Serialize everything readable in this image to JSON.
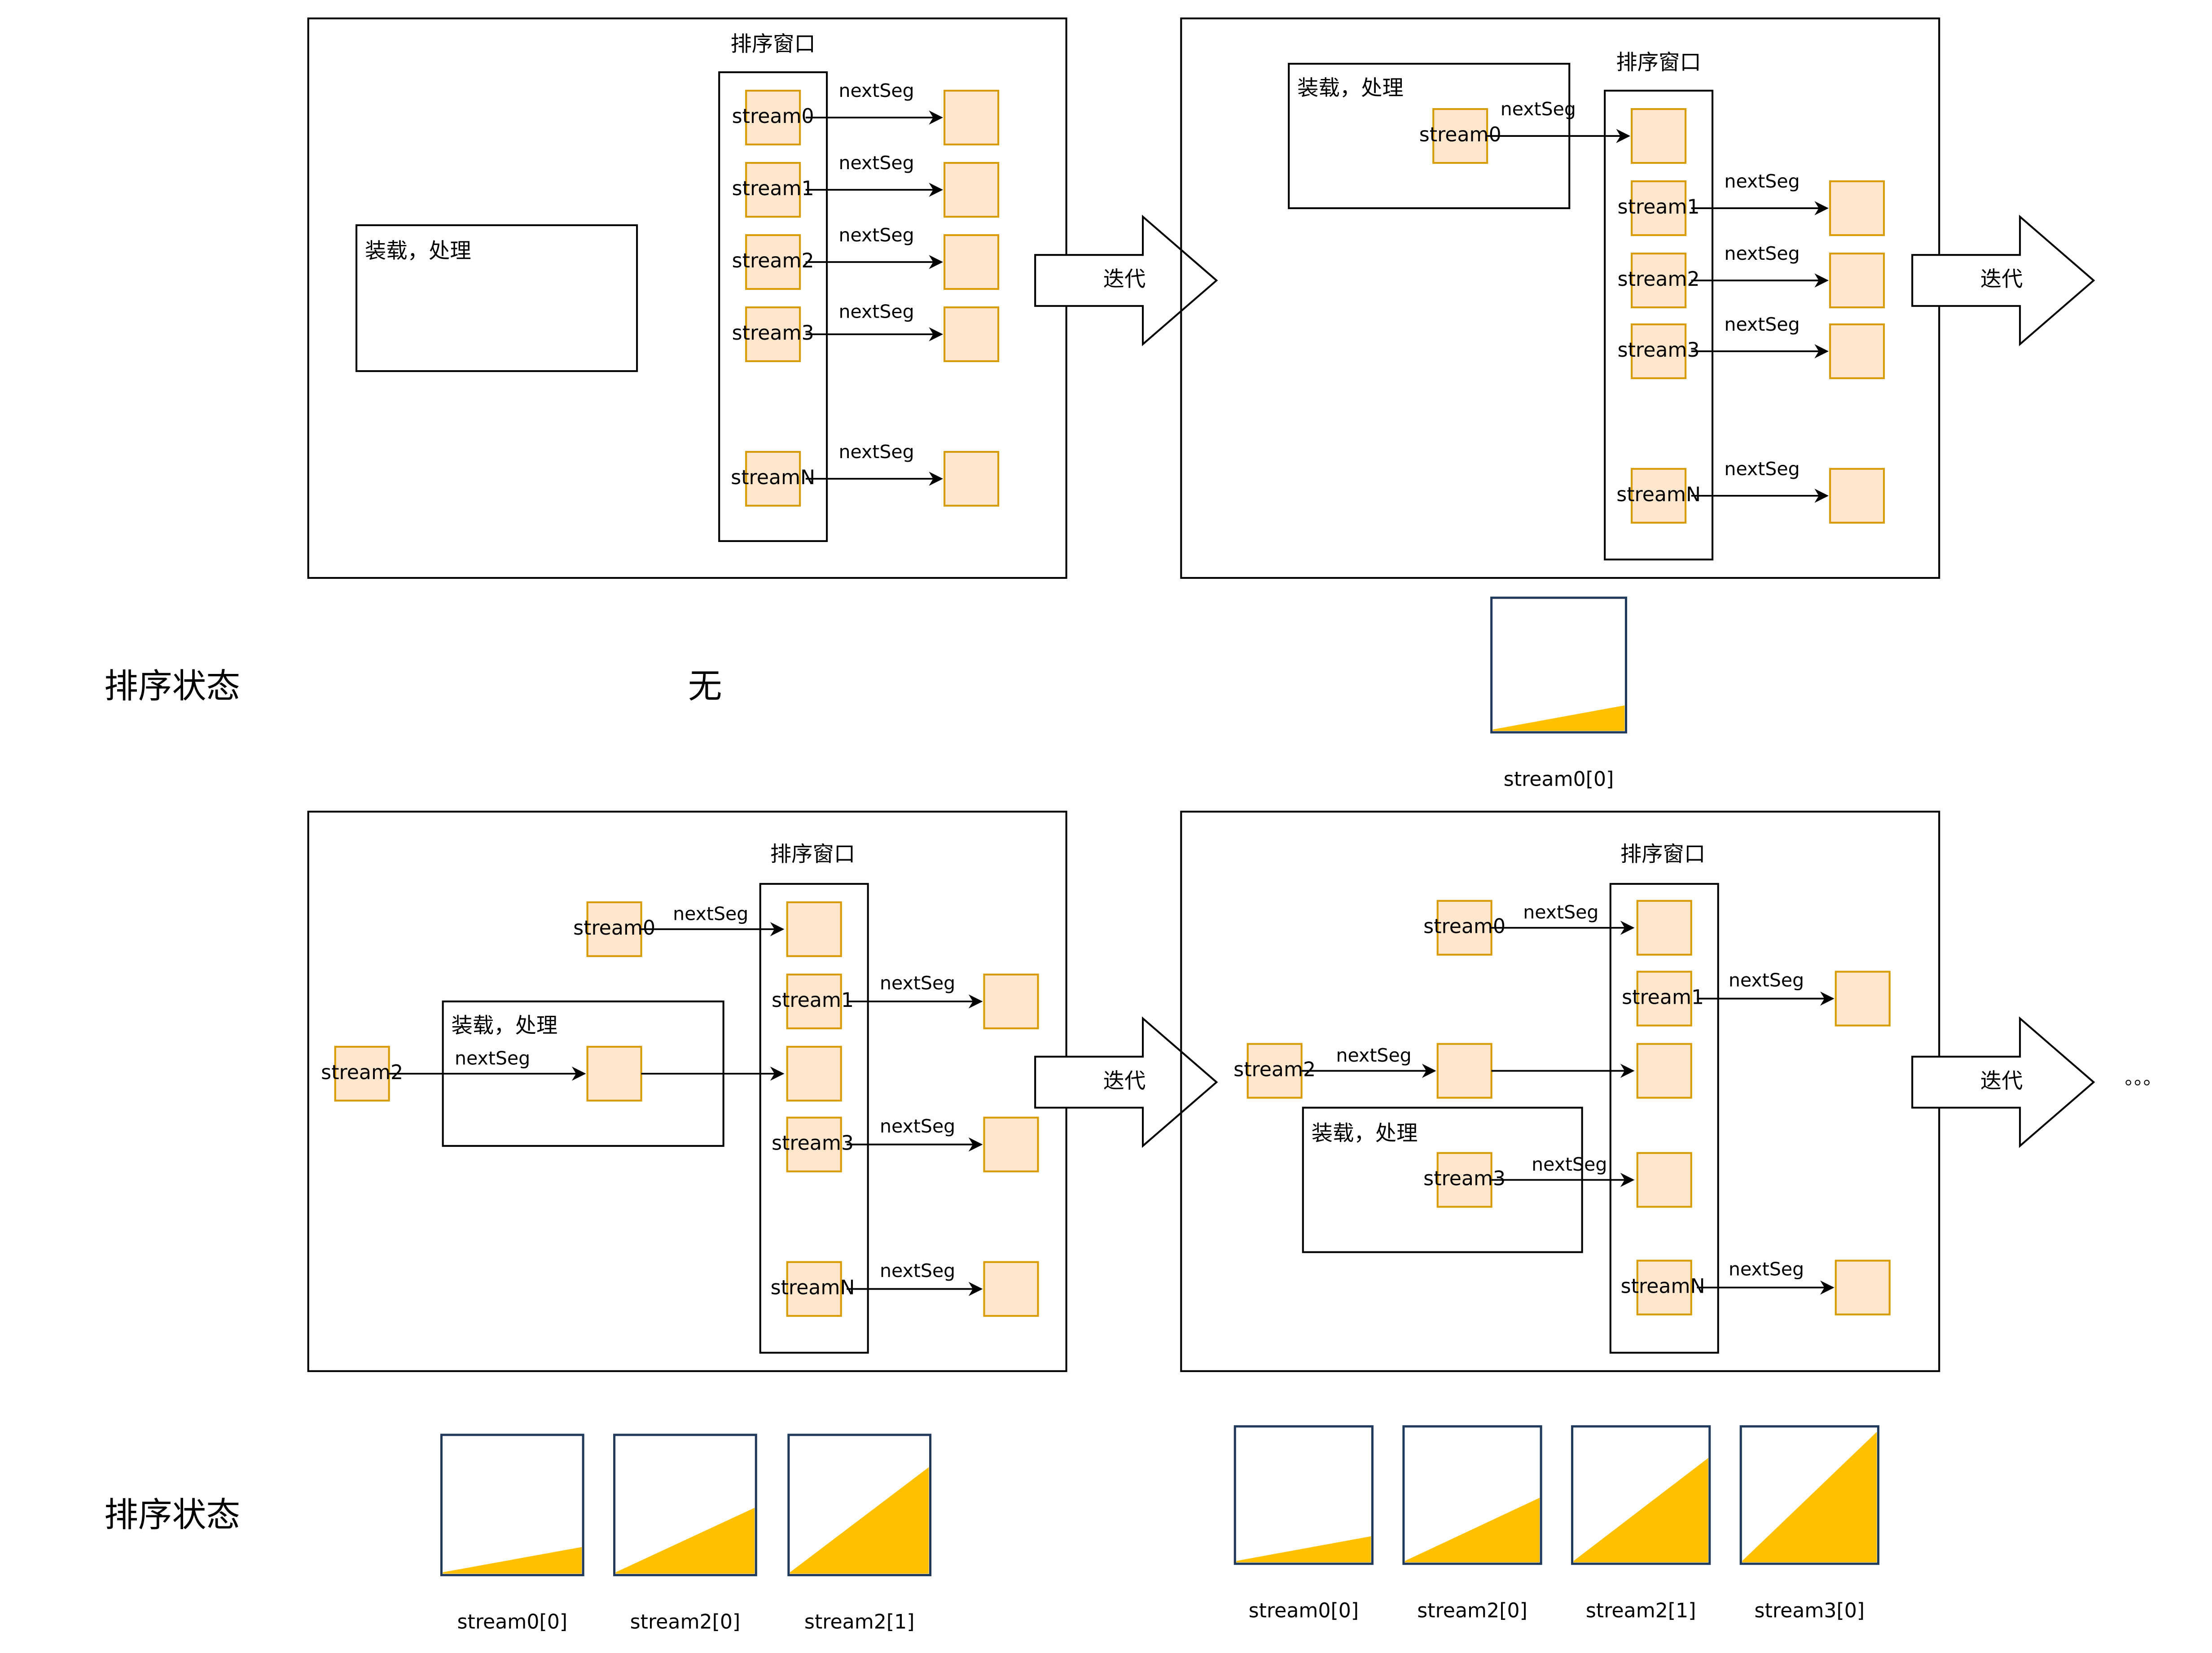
{
  "colors": {
    "frame": "#000000",
    "box_fill": "#ffe6cc",
    "box_stroke": "#d79b00",
    "arrow_fill": "#ffffff",
    "state_fill": "#ffc000",
    "state_stroke": "#1f3a5a"
  },
  "labels": {
    "sort_window": "排序窗口",
    "load_process": "装载，处理",
    "next_seg": "nextSeg",
    "iterate": "迭代",
    "sort_state": "排序状态",
    "none": "无",
    "ellipsis": "。。。"
  },
  "panels": [
    {
      "window_streams": [
        "stream0",
        "stream1",
        "stream2",
        "stream3",
        "streamN"
      ]
    },
    {
      "loader_stream": "stream0",
      "window_streams": [
        "",
        "stream1",
        "stream2",
        "stream3",
        "streamN"
      ]
    },
    {
      "outer_stream": "stream0",
      "loader_source": "stream2",
      "window_streams": [
        "",
        "stream1",
        "",
        "stream3",
        "streamN"
      ]
    },
    {
      "outer_streams": [
        "stream0",
        "stream2"
      ],
      "loader_stream": "stream3",
      "window_streams": [
        "",
        "stream1",
        "",
        "",
        "streamN"
      ]
    }
  ],
  "sort_states": {
    "row1": [
      {
        "label": "stream0[0]",
        "fill_level": 0.2
      }
    ],
    "row2_left": [
      {
        "label": "stream0[0]",
        "fill_level": 0.2
      },
      {
        "label": "stream2[0]",
        "fill_level": 0.48
      },
      {
        "label": "stream2[1]",
        "fill_level": 0.77
      }
    ],
    "row2_right": [
      {
        "label": "stream0[0]",
        "fill_level": 0.2
      },
      {
        "label": "stream2[0]",
        "fill_level": 0.48
      },
      {
        "label": "stream2[1]",
        "fill_level": 0.77
      },
      {
        "label": "stream3[0]",
        "fill_level": 0.96
      }
    ]
  }
}
